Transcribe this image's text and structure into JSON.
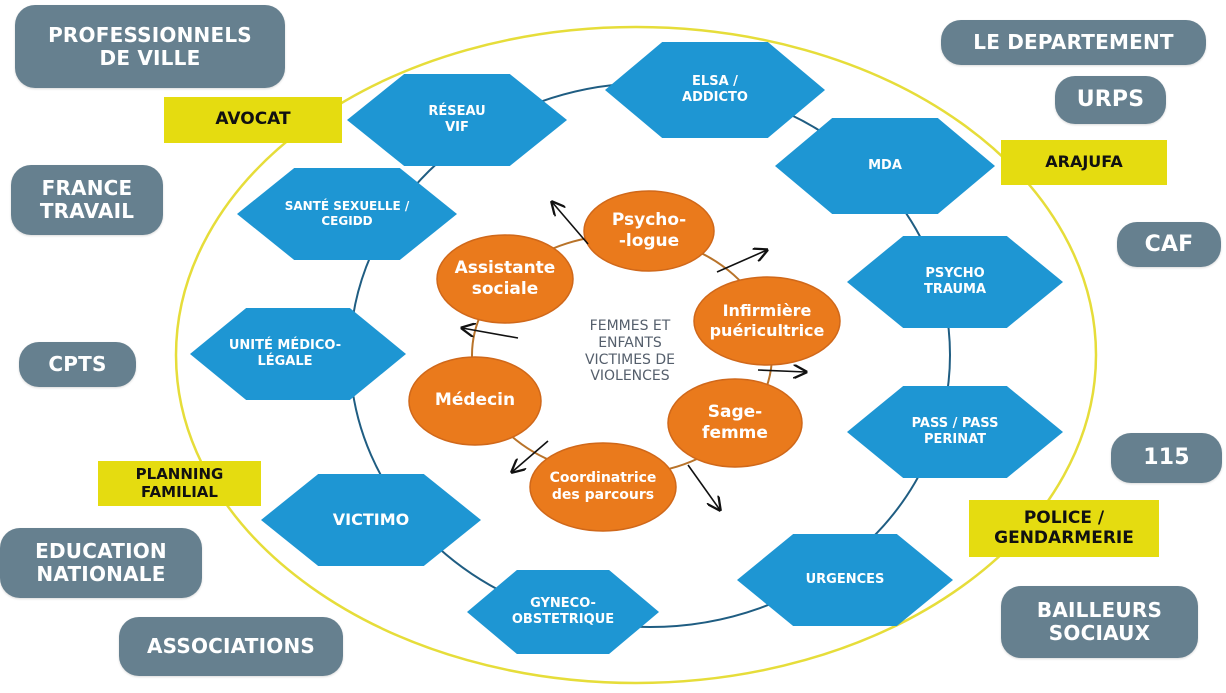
{
  "colors": {
    "hexagon": "#1e96d3",
    "oval": "#ea7a1c",
    "pill": "#66808f",
    "yellow_box": "#e5dc10",
    "ellipse_stroke": "#e6dd3a",
    "connector": "#1f5d82",
    "center_text": "#555f6c"
  },
  "center": {
    "text": "FEMMES ET\nENFANTS\nVICTIMES DE\nVIOLENCES"
  },
  "inner_circle": [
    {
      "id": "psychologue",
      "label": "Psycho-\n-logue"
    },
    {
      "id": "infirmiere",
      "label": "Infirmière\npuéricultrice"
    },
    {
      "id": "sage-femme",
      "label": "Sage-\nfemme"
    },
    {
      "id": "coordinatrice",
      "label": "Coordinatrice\ndes parcours"
    },
    {
      "id": "medecin",
      "label": "Médecin"
    },
    {
      "id": "assistante",
      "label": "Assistante\nsociale"
    }
  ],
  "hexagons": [
    {
      "id": "elsa",
      "label": "ELSA /\nADDICTO"
    },
    {
      "id": "mda",
      "label": "MDA"
    },
    {
      "id": "psycho-trauma",
      "label": "PSYCHO\nTRAUMA"
    },
    {
      "id": "pass",
      "label": "PASS / PASS\nPERINAT"
    },
    {
      "id": "urgences",
      "label": "URGENCES"
    },
    {
      "id": "gyneco",
      "label": "GYNECO-\nOBSTETRIQUE"
    },
    {
      "id": "victimo",
      "label": "VICTIMO"
    },
    {
      "id": "unite",
      "label": "UNITÉ MÉDICO-\nLÉGALE"
    },
    {
      "id": "sante",
      "label": "SANTÉ SEXUELLE /\nCEGIDD"
    },
    {
      "id": "reseau",
      "label": "RÉSEAU\nVIF"
    }
  ],
  "yellow_boxes": [
    {
      "id": "avocat",
      "label": "AVOCAT"
    },
    {
      "id": "arajufa",
      "label": "ARAJUFA"
    },
    {
      "id": "planning",
      "label": "PLANNING\nFAMILIAL"
    },
    {
      "id": "police",
      "label": "POLICE /\nGENDARMERIE"
    }
  ],
  "partners": [
    {
      "id": "professionnels",
      "label": "PROFESSIONNELS\nDE VILLE"
    },
    {
      "id": "france-travail",
      "label": "FRANCE\nTRAVAIL"
    },
    {
      "id": "cpts",
      "label": "CPTS"
    },
    {
      "id": "education",
      "label": "EDUCATION\nNATIONALE"
    },
    {
      "id": "associations",
      "label": "ASSOCIATIONS"
    },
    {
      "id": "departement",
      "label": "LE DEPARTEMENT"
    },
    {
      "id": "urps",
      "label": "URPS"
    },
    {
      "id": "caf",
      "label": "CAF"
    },
    {
      "id": "115",
      "label": "115"
    },
    {
      "id": "bailleurs",
      "label": "BAILLEURS\nSOCIAUX"
    }
  ],
  "arrows": [
    {
      "from": "psychologue-assistante",
      "direction": "up-left"
    },
    {
      "from": "psychologue-infirmiere",
      "direction": "up-right"
    },
    {
      "from": "infirmiere-sage-femme",
      "direction": "right"
    },
    {
      "from": "sage-femme-coordinatrice",
      "direction": "down-right"
    },
    {
      "from": "coordinatrice-medecin",
      "direction": "down-left"
    },
    {
      "from": "medecin-assistante",
      "direction": "left"
    }
  ]
}
